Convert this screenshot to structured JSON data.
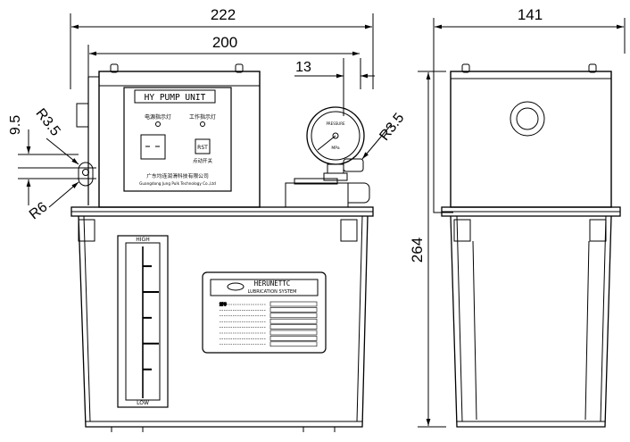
{
  "dimensions": {
    "overall_width": "222",
    "body_width": "200",
    "gauge_offset": "13",
    "side_depth": "141",
    "height": "264",
    "mount_vertical": "9.5",
    "radius_left": "R3.5",
    "radius_right": "R3.5",
    "radius_slot": "R6"
  },
  "panel": {
    "title": "HY PUMP UNIT",
    "power_lamp_label": "电源指示灯",
    "work_lamp_label": "工作指示灯",
    "reset_button": "RST",
    "reset_label": "点动开关",
    "company_cn": "广东均连润滑科技有限公司",
    "company_en": "Guangdong Jung Pulk Technology Co.,Ltd"
  },
  "gauge": {
    "label": "MPa",
    "top_label": "PRESSURE"
  },
  "level": {
    "high": "HIGH",
    "low": "LOW",
    "ticks": [
      0.13,
      0.3,
      0.47,
      0.64,
      0.81
    ]
  },
  "nameplate": {
    "brand": "HERUNETTC",
    "subtitle": "LUBRICATION SYSTEM",
    "rows": [
      {
        "label": "型号",
        "value": ""
      },
      {
        "label": "",
        "value": ""
      },
      {
        "label": "",
        "value": ""
      },
      {
        "label": "",
        "value": ""
      },
      {
        "label": "",
        "value": ""
      },
      {
        "label": "",
        "value": ""
      },
      {
        "label": "",
        "value": ""
      },
      {
        "label": "",
        "value": ""
      }
    ]
  }
}
